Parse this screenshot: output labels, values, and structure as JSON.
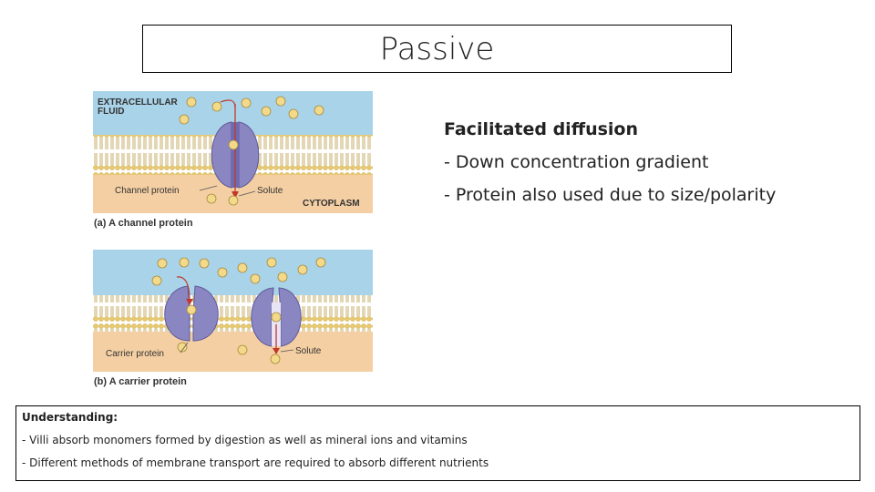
{
  "slide": {
    "title": "Passive"
  },
  "figure_a": {
    "extracellular_label_line1": "EXTRACELLULAR",
    "extracellular_label_line2": "FLUID",
    "channel_protein_label": "Channel protein",
    "solute_label": "Solute",
    "cytoplasm_label": "CYTOPLASM",
    "caption": "(a) A channel protein"
  },
  "figure_b": {
    "carrier_protein_label": "Carrier protein",
    "solute_label": "Solute",
    "caption": "(b) A carrier protein"
  },
  "text_panel": {
    "heading": "Facilitated diffusion",
    "bullets": [
      "- Down concentration gradient",
      "- Protein also used due to size/polarity"
    ]
  },
  "understanding": {
    "title": "Understanding:",
    "items": [
      "- Villi absorb monomers formed by digestion as well as mineral ions and vitamins",
      "- Different methods of membrane transport are required to absorb different nutrients"
    ]
  },
  "colors": {
    "extracellular": "#a9d3e8",
    "cytoplasm": "#f4cfa3",
    "membrane_head": "#e9c96a",
    "membrane_tail": "#c7a860",
    "protein": "#8a86c2",
    "solute": "#f3d98a",
    "arrow": "#c0392b"
  }
}
